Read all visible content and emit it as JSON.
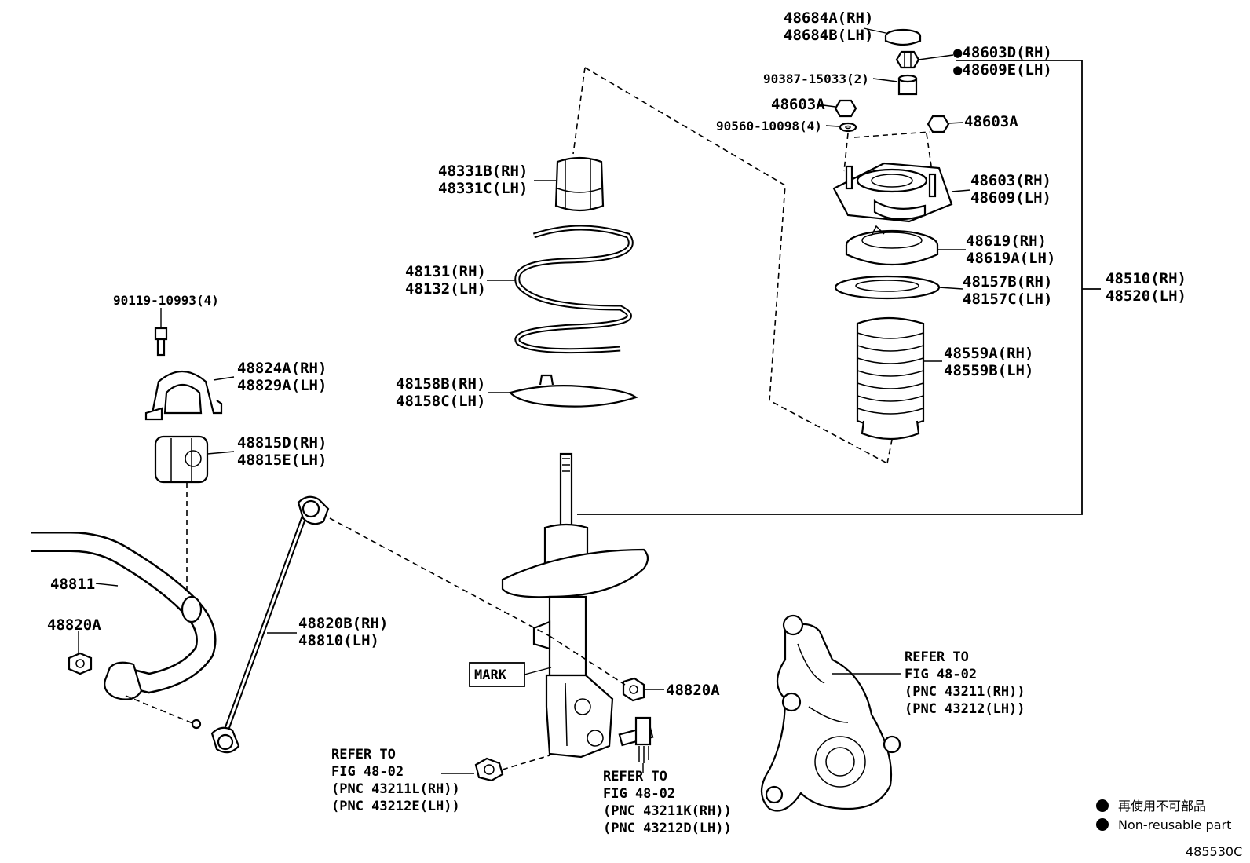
{
  "labels": {
    "p48684": [
      "48684A(RH)",
      "48684B(LH)"
    ],
    "p48603d": [
      "●48603D(RH)",
      "●48609E(LH)"
    ],
    "p90387": "90387-15033(2)",
    "p48603a_left": "48603A",
    "p90560": "90560-10098(4)",
    "p48603a_right": "48603A",
    "p48603": [
      "48603(RH)",
      "48609(LH)"
    ],
    "p48619": [
      "48619(RH)",
      "48619A(LH)"
    ],
    "p48157": [
      "48157B(RH)",
      "48157C(LH)"
    ],
    "p48559": [
      "48559A(RH)",
      "48559B(LH)"
    ],
    "p48510": [
      "48510(RH)",
      "48520(LH)"
    ],
    "p48331": [
      "48331B(RH)",
      "48331C(LH)"
    ],
    "p48131": [
      "48131(RH)",
      "48132(LH)"
    ],
    "p48158": [
      "48158B(RH)",
      "48158C(LH)"
    ],
    "p90119": "90119-10993(4)",
    "p48824": [
      "48824A(RH)",
      "48829A(LH)"
    ],
    "p48815": [
      "48815D(RH)",
      "48815E(LH)"
    ],
    "p48811": "48811",
    "p48820a_left": "48820A",
    "p48820b": [
      "48820B(RH)",
      "48810(LH)"
    ],
    "p48820a_right": "48820A",
    "mark": "MARK"
  },
  "refs": {
    "knuckle": [
      "REFER TO",
      "FIG 48-02",
      "(PNC 43211(RH))",
      "(PNC 43212(LH))"
    ],
    "nut": [
      "REFER TO",
      "FIG 48-02",
      "(PNC 43211L(RH))",
      "(PNC 43212E(LH))"
    ],
    "bolt": [
      "REFER TO",
      "FIG 48-02",
      "(PNC 43211K(RH))",
      "(PNC 43212D(LH))"
    ]
  },
  "legend": {
    "japanese": "再使用不可部品",
    "english": "Non-reusable part"
  },
  "figure_id": "485530C",
  "icons": [
    "bullet-dot-icon"
  ]
}
